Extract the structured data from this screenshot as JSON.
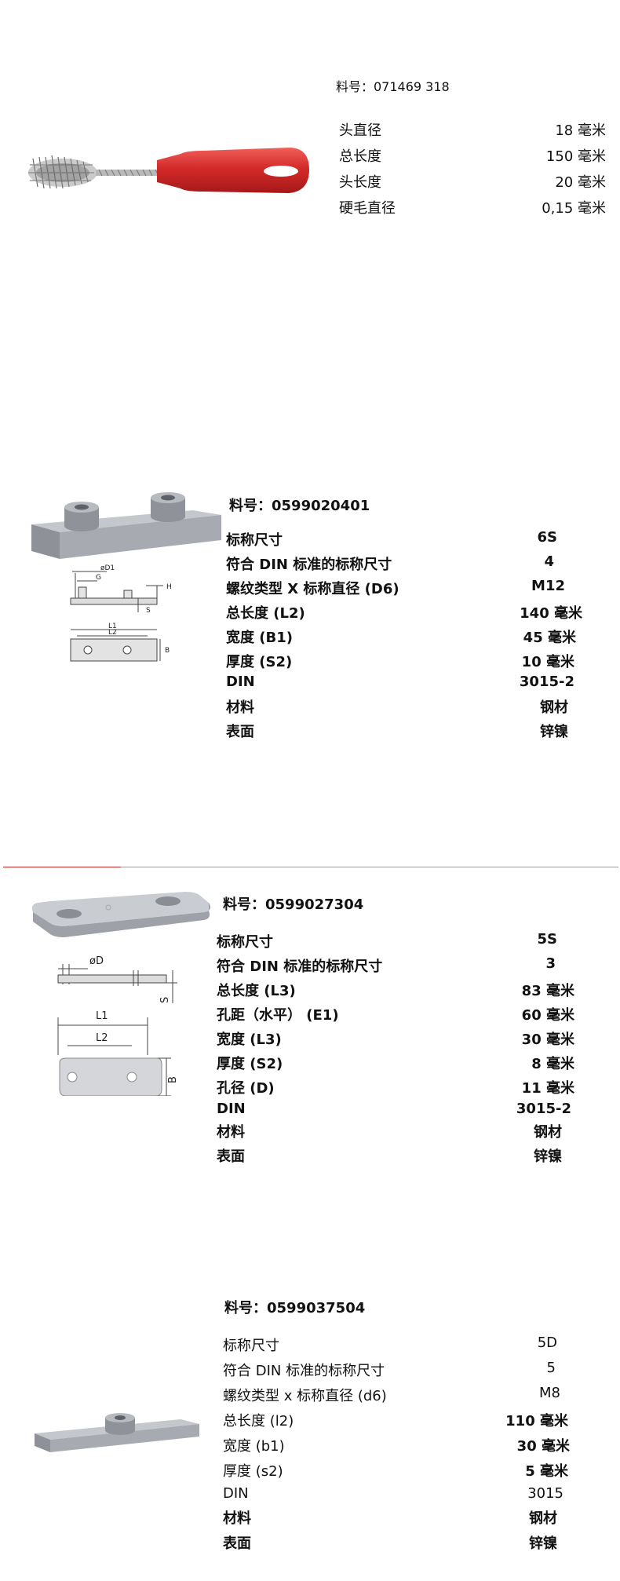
{
  "products": [
    {
      "part_no": "料号：071469 318",
      "specs": [
        {
          "label": "头直径",
          "value": "18 毫米"
        },
        {
          "label": "总长度",
          "value": "150 毫米"
        },
        {
          "label": "头长度",
          "value": "20 毫米"
        },
        {
          "label": "硬毛直径",
          "value": "0,15 毫米"
        }
      ]
    },
    {
      "part_no": "料号：0599020401",
      "specs": [
        {
          "label": "标称尺寸",
          "value": "6S"
        },
        {
          "label": "符合 DIN 标准的标称尺寸",
          "value": "4"
        },
        {
          "label": "螺纹类型 X 标称直径 (D6)",
          "value": "M12"
        },
        {
          "label": "总长度 (L2)",
          "value": "140 毫米"
        },
        {
          "label": "宽度 (B1)",
          "value": "45 毫米"
        },
        {
          "label": "厚度 (S2)",
          "value": "10 毫米"
        },
        {
          "label": "DIN",
          "value": "3015-2"
        },
        {
          "label": "材料",
          "value": "钢材"
        },
        {
          "label": "表面",
          "value": "锌镍"
        }
      ],
      "drawing_labels": [
        "øD1",
        "G",
        "H",
        "S",
        "L1",
        "L2",
        "B"
      ]
    },
    {
      "part_no": "料号：0599027304",
      "specs": [
        {
          "label": "标称尺寸",
          "value": "5S"
        },
        {
          "label": "符合 DIN 标准的标称尺寸",
          "value": "3"
        },
        {
          "label": "总长度 (L3)",
          "value": "83 毫米"
        },
        {
          "label": "孔距（水平） (E1)",
          "value": "60 毫米"
        },
        {
          "label": "宽度 (L3)",
          "value": "30 毫米"
        },
        {
          "label": "厚度 (S2)",
          "value": "8 毫米"
        },
        {
          "label": "孔径 (D)",
          "value": "11 毫米"
        },
        {
          "label": "DIN",
          "value": "3015-2"
        },
        {
          "label": "材料",
          "value": "钢材"
        },
        {
          "label": "表面",
          "value": "锌镍"
        }
      ],
      "drawing_labels": [
        "øD",
        "S",
        "L1",
        "L2",
        "B"
      ]
    },
    {
      "part_no": "料号：0599037504",
      "specs": [
        {
          "label": "标称尺寸",
          "value": "5D"
        },
        {
          "label": "符合 DIN 标准的标称尺寸",
          "value": "5"
        },
        {
          "label": "螺纹类型 x 标称直径 (d6)",
          "value": "M8"
        },
        {
          "label": "总长度 (l2)",
          "value": "110 毫米"
        },
        {
          "label": "宽度 (b1)",
          "value": "30 毫米"
        },
        {
          "label": "厚度 (s2)",
          "value": "5 毫米"
        },
        {
          "label": "DIN",
          "value": "3015"
        },
        {
          "label": "材料",
          "value": "钢材"
        },
        {
          "label": "表面",
          "value": "锌镍"
        }
      ]
    }
  ]
}
